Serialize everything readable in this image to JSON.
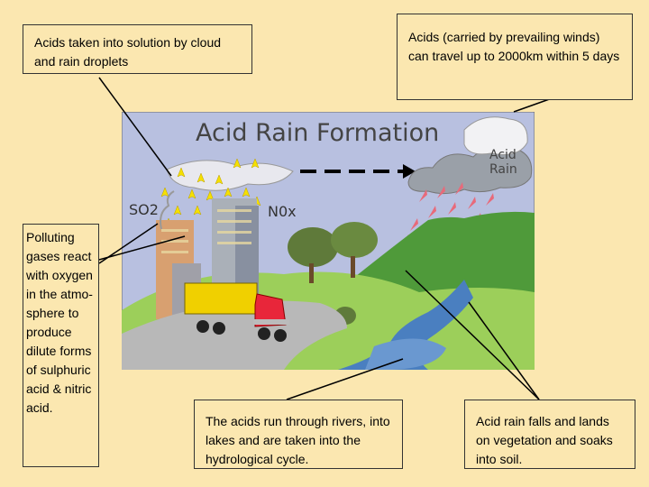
{
  "title": "Acid Rain Formation",
  "labels": {
    "so2": "SO2",
    "nox": "N0x",
    "acid_rain": [
      "Acid",
      "Rain"
    ]
  },
  "captions": {
    "clouds": "Acids taken into solution by cloud and rain droplets",
    "winds": "Acids (carried by prevailing winds) can travel up to 2000km within 5 days",
    "gases": "Polluting gases react with oxygen in the atmo- sphere to produce dilute forms of sulphuric acid & nitric acid.",
    "rivers": "The acids run through rivers, into lakes and are taken into the hydrological cycle.",
    "soil": "Acid rain falls and lands on vegetation and soaks into soil."
  },
  "colors": {
    "background": "#fbe7b0",
    "sky": "#b8c0e0",
    "hills": "#9ccf5a",
    "mountain": "#4f9a3a",
    "water": "#4a7fc0",
    "truck_cab": "#e8263a",
    "truck_trailer": "#f0d000"
  }
}
